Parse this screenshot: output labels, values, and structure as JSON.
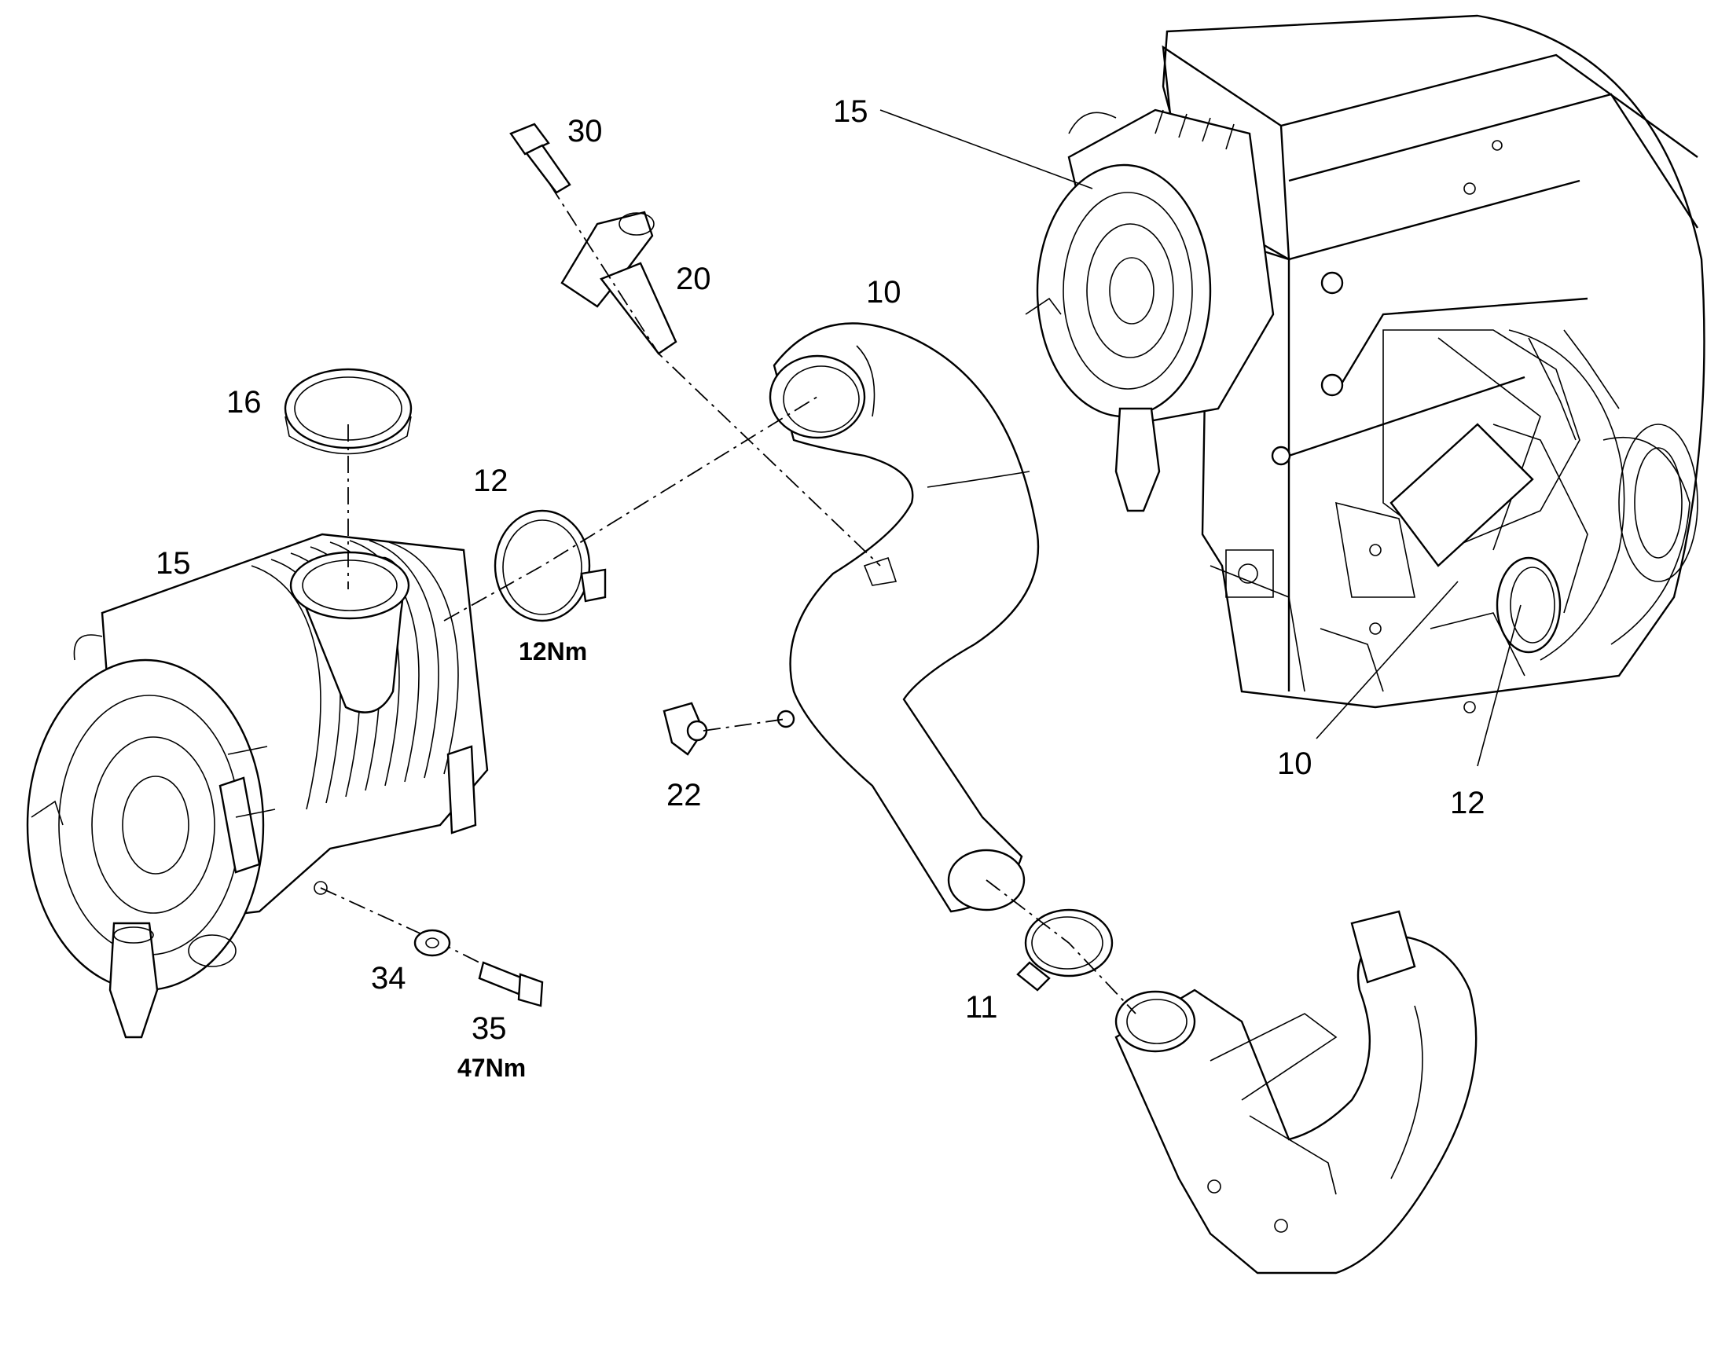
{
  "labels": {
    "l30": "30",
    "l20": "20",
    "l10_top": "10",
    "l16": "16",
    "l12_left": "12",
    "l15_left": "15",
    "l15_right": "15",
    "l22": "22",
    "l34": "34",
    "l35": "35",
    "l11": "11",
    "l10_right": "10",
    "l12_right": "12"
  },
  "torques": {
    "clamp_12": "12Nm",
    "bolt_35": "47Nm"
  }
}
